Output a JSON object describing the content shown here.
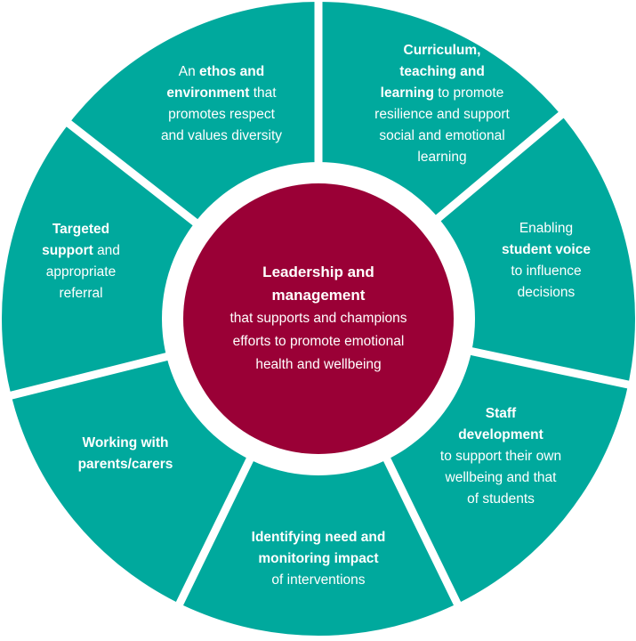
{
  "colors": {
    "segment": "#00a99d",
    "center": "#9a0036",
    "gap": "#ffffff",
    "text": "#ffffff"
  },
  "center": {
    "lines": [
      [
        {
          "t": "Leadership and",
          "b": true
        }
      ],
      [
        {
          "t": "management",
          "b": true
        }
      ],
      [
        {
          "t": "that supports and champions",
          "b": false
        }
      ],
      [
        {
          "t": "efforts to promote emotional",
          "b": false
        }
      ],
      [
        {
          "t": "health and wellbeing",
          "b": false
        }
      ]
    ]
  },
  "segments": [
    {
      "id": "curriculum",
      "lines": [
        [
          {
            "t": "Curriculum,",
            "b": true
          }
        ],
        [
          {
            "t": "teaching and",
            "b": true
          }
        ],
        [
          {
            "t": "learning",
            "b": true
          },
          {
            "t": " to promote",
            "b": false
          }
        ],
        [
          {
            "t": "resilience and support",
            "b": false
          }
        ],
        [
          {
            "t": "social and emotional",
            "b": false
          }
        ],
        [
          {
            "t": "learning",
            "b": false
          }
        ]
      ]
    },
    {
      "id": "student-voice",
      "lines": [
        [
          {
            "t": "Enabling",
            "b": false
          }
        ],
        [
          {
            "t": "student voice",
            "b": true
          }
        ],
        [
          {
            "t": "to influence",
            "b": false
          }
        ],
        [
          {
            "t": "decisions",
            "b": false
          }
        ]
      ]
    },
    {
      "id": "staff-development",
      "lines": [
        [
          {
            "t": "Staff",
            "b": true
          }
        ],
        [
          {
            "t": "development",
            "b": true
          }
        ],
        [
          {
            "t": "to support their own",
            "b": false
          }
        ],
        [
          {
            "t": "wellbeing and that",
            "b": false
          }
        ],
        [
          {
            "t": "of students",
            "b": false
          }
        ]
      ]
    },
    {
      "id": "identifying-need",
      "lines": [
        [
          {
            "t": "Identifying need and",
            "b": true
          }
        ],
        [
          {
            "t": "monitoring impact",
            "b": true
          }
        ],
        [
          {
            "t": "of interventions",
            "b": false
          }
        ]
      ]
    },
    {
      "id": "working-with-parents",
      "lines": [
        [
          {
            "t": "Working with",
            "b": true
          }
        ],
        [
          {
            "t": "parents/carers",
            "b": true
          }
        ]
      ]
    },
    {
      "id": "targeted-support",
      "lines": [
        [
          {
            "t": "Targeted",
            "b": true
          }
        ],
        [
          {
            "t": "support",
            "b": true
          },
          {
            "t": " and",
            "b": false
          }
        ],
        [
          {
            "t": "appropriate",
            "b": false
          }
        ],
        [
          {
            "t": "referral",
            "b": false
          }
        ]
      ]
    },
    {
      "id": "ethos",
      "lines": [
        [
          {
            "t": "An ",
            "b": false
          },
          {
            "t": "ethos and",
            "b": true
          }
        ],
        [
          {
            "t": "environment",
            "b": true
          },
          {
            "t": " that",
            "b": false
          }
        ],
        [
          {
            "t": "promotes respect",
            "b": false
          }
        ],
        [
          {
            "t": "and values diversity",
            "b": false
          }
        ]
      ]
    }
  ]
}
